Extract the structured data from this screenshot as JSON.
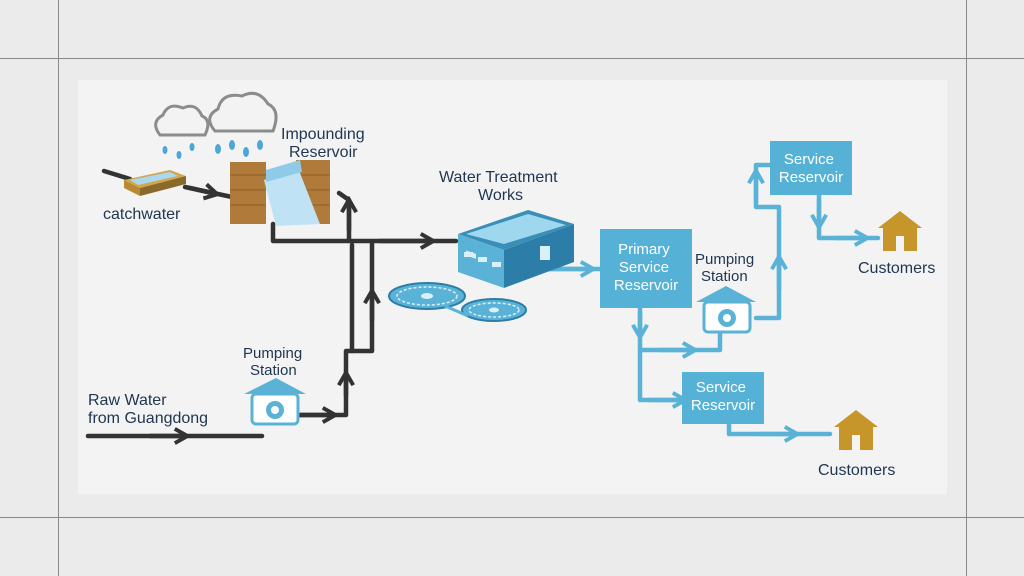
{
  "labels": {
    "catchwater": "catchwater",
    "impounding_1": "Impounding",
    "impounding_2": "Reservoir",
    "wtw_1": "Water Treatment",
    "wtw_2": "Works",
    "raw_1": "Raw Water",
    "raw_2": "from Guangdong",
    "pump1_1": "Pumping",
    "pump1_2": "Station",
    "primary_1": "Primary",
    "primary_2": "Service",
    "primary_3": "Reservoir",
    "pump2_1": "Pumping",
    "pump2_2": "Station",
    "service_top_1": "Service",
    "service_top_2": "Reservoir",
    "service_bot_1": "Service",
    "service_bot_2": "Reservoir",
    "customers_top": "Customers",
    "customers_bot": "Customers"
  },
  "colors": {
    "raw_pipe": "#333333",
    "treated_pipe": "#5ab3d6",
    "box_fill": "#55b2d6",
    "house": "#c6962b",
    "cloud": "#8c8c8c",
    "rain": "#4aa7d8"
  }
}
